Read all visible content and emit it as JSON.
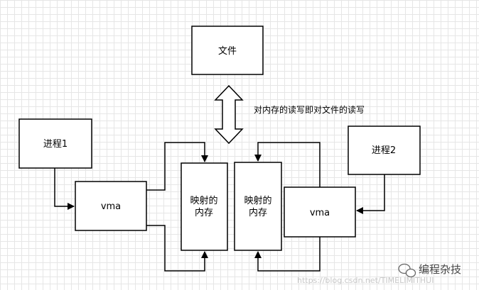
{
  "nodes": {
    "file": "文件",
    "process1": "进程1",
    "process2": "进程2",
    "vma_left": "vma",
    "vma_right": "vma",
    "mapped_left": [
      "映射的",
      "内存"
    ],
    "mapped_right": [
      "映射的",
      "内存"
    ]
  },
  "annotation": "对内存的读写即对文件的读写",
  "watermark": {
    "url": "https://blog.csdn.net/TIMELIMITHUI",
    "brand": "编程杂技"
  }
}
